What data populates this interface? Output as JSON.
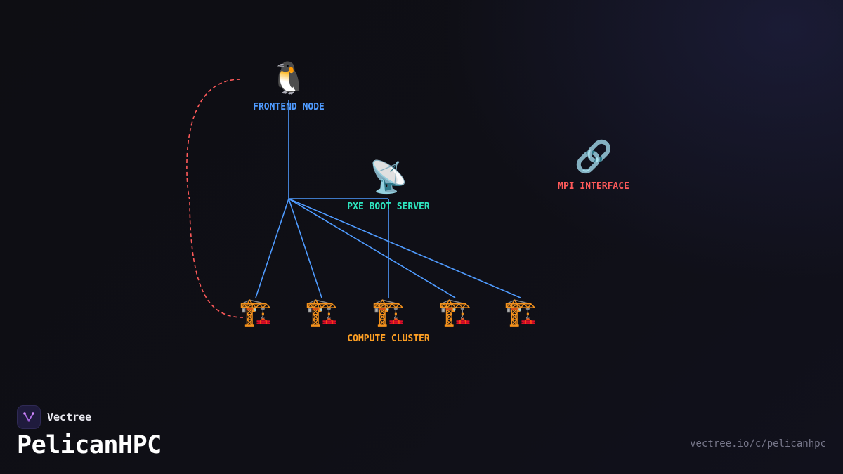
{
  "diagram": {
    "nodes": {
      "frontend": {
        "label": "FRONTEND NODE",
        "icon": "penguin-icon",
        "glyph": "🐧",
        "color": "#4f9bff"
      },
      "pxe": {
        "label": "PXE BOOT SERVER",
        "icon": "satellite-dish-icon",
        "glyph": "📡",
        "color": "#2ee6c0"
      },
      "mpi": {
        "label": "MPI INTERFACE",
        "icon": "link-icon",
        "glyph": "🔗",
        "color": "#ff5a5a"
      },
      "cluster": {
        "label": "COMPUTE CLUSTER",
        "icon": "crane-icon",
        "glyph": "🏗️",
        "color": "#ffa024"
      }
    },
    "edge_colors": {
      "network": "#4f9bff",
      "mpi_loop": "#ff5a5a"
    }
  },
  "footer": {
    "brand_name": "Vectree",
    "brand_icon": "vectree-logo-icon",
    "title": "PelicanHPC",
    "url": "vectree.io/c/pelicanhpc"
  }
}
